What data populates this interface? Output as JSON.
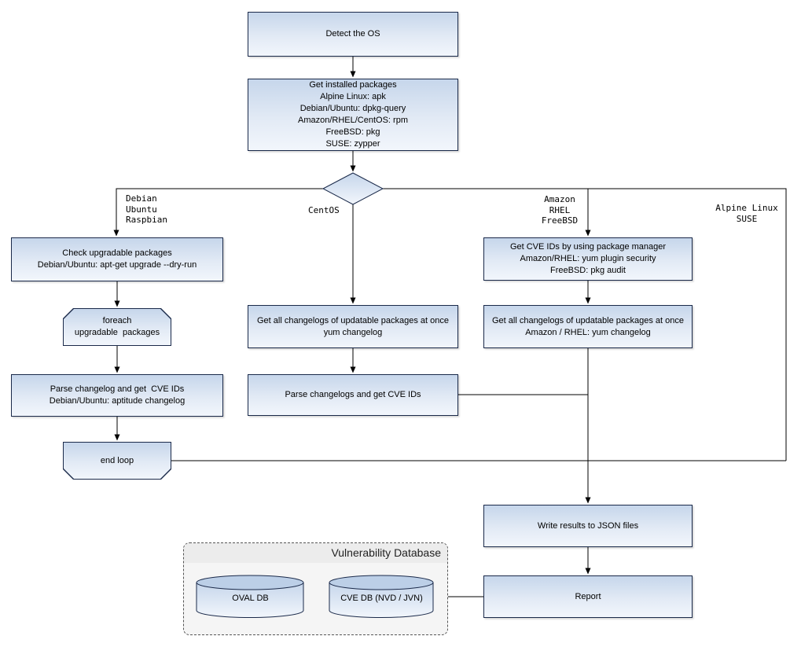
{
  "colors": {
    "node_fill_top": "#c6d6eb",
    "node_fill_bottom": "#f2f6fc",
    "node_border": "#1b2a4a",
    "connector": "#000000",
    "group_fill": "#f5f5f5"
  },
  "nodes": {
    "detect_os": {
      "label": "Detect the OS"
    },
    "get_installed_packages": {
      "label": "Get installed packages\nAlpine Linux: apk\nDebian/Ubuntu: dpkg-query\nAmazon/RHEL/CentOS: rpm\nFreeBSD: pkg\nSUSE: zypper"
    },
    "check_upgradable": {
      "label": "Check upgradable packages\nDebian/Ubuntu: apt-get upgrade --dry-run"
    },
    "foreach_loop": {
      "label": "foreach\nupgradable  packages"
    },
    "parse_changelog_deb": {
      "label": "Parse changelog and get  CVE IDs\nDebian/Ubuntu: aptitude changelog"
    },
    "end_loop": {
      "label": "end loop"
    },
    "get_changelogs_centos": {
      "label": "Get all changelogs of updatable packages at once\nyum changelog"
    },
    "parse_changelogs_centos": {
      "label": "Parse changelogs and get CVE IDs"
    },
    "get_cve_ids_pkg_manager": {
      "label": "Get CVE IDs by using package manager\nAmazon/RHEL: yum plugin security\nFreeBSD: pkg audit"
    },
    "get_changelogs_amazon": {
      "label": "Get all changelogs of updatable packages at once\nAmazon / RHEL: yum changelog"
    },
    "write_results": {
      "label": "Write results to JSON files"
    },
    "report": {
      "label": "Report"
    }
  },
  "edge_labels": {
    "debian": "Debian\nUbuntu\nRaspbian",
    "centos": "CentOS",
    "amazon": "Amazon\nRHEL\nFreeBSD",
    "alpine": "Alpine Linux\nSUSE"
  },
  "vulnerability_db": {
    "title": "Vulnerability Database",
    "oval_db": "OVAL DB",
    "cve_db": "CVE DB (NVD / JVN)"
  }
}
